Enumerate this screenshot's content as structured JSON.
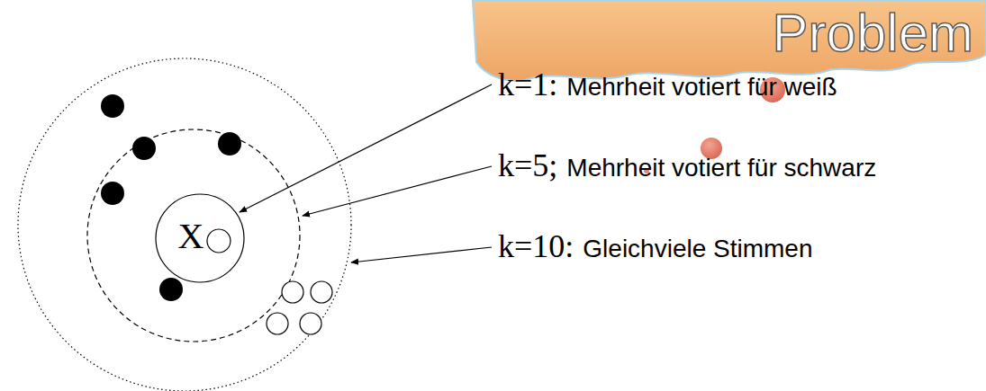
{
  "diagram": {
    "nodes": [
      {
        "text": [
          "Problem"
        ]
      },
      {
        "text": [
          "X"
        ]
      }
    ],
    "labels": [
      "k=1:",
      "Mehrheit votiert für weiß",
      "k=5;",
      "Mehrheit votiert für schwarz",
      "k=10:",
      "Gleichviele Stimmen"
    ]
  }
}
